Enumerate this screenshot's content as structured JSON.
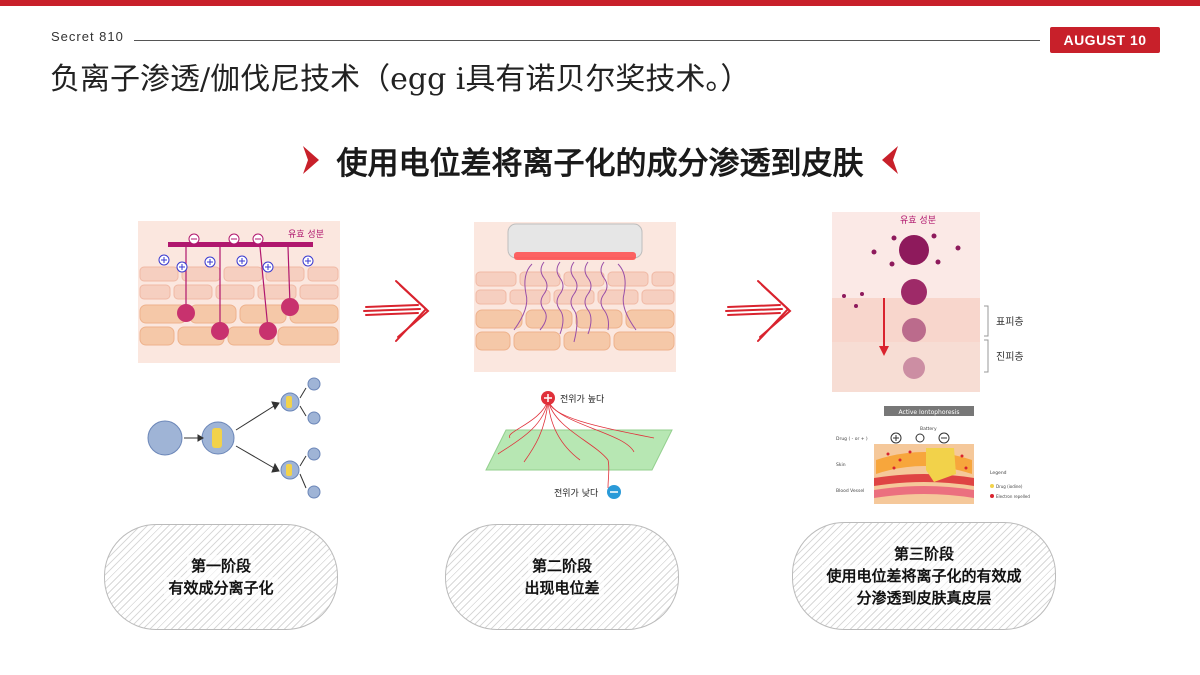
{
  "header": {
    "brand": "Secret 810",
    "date_badge": "AUGUST 10",
    "title": "负离子渗透/伽伐尼技术（egg i具有诺贝尔奖技术。）"
  },
  "subtitle": "使用电位差将离子化的成分渗透到皮肤",
  "colors": {
    "accent": "#c8202a",
    "magenta": "#b0176e",
    "skin": "#f6d9cc"
  },
  "diagram1": {
    "label": "유효 성분"
  },
  "diagram2": {
    "label_top": "전위가 높다",
    "label_bottom": "전위가 낮다"
  },
  "diagram3": {
    "label": "유효 성분",
    "layer_epidermis": "표피층",
    "layer_dermis": "진피층",
    "chart_title": "Active Iontophoresis",
    "battery_label": "Battery",
    "drug_label": "Drug ( - or + )",
    "skin_label": "Skin",
    "blood_label": "Blood Vessel",
    "legend_title": "Legend",
    "legend_1": "Drug (iodine)",
    "legend_2": "Electron repelled"
  },
  "stages": [
    {
      "title": "第一阶段",
      "lines": [
        "有效成分离子化"
      ]
    },
    {
      "title": "第二阶段",
      "lines": [
        "出现电位差"
      ]
    },
    {
      "title": "第三阶段",
      "lines": [
        "使用电位差将离子化的有效成",
        "分渗透到皮肤真皮层"
      ]
    }
  ],
  "icons": [
    "chevron-right-icon",
    "chevron-left-icon",
    "arrow-right-icon",
    "plus-icon",
    "minus-icon"
  ]
}
